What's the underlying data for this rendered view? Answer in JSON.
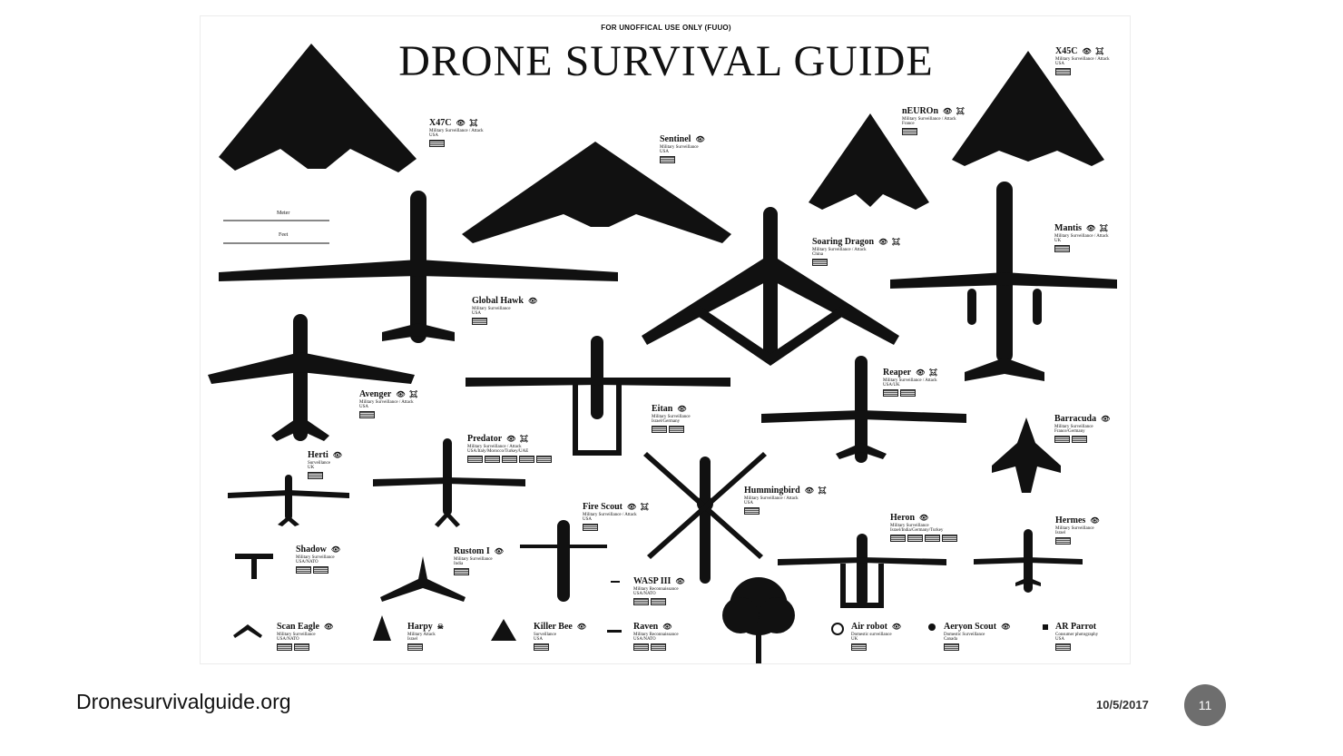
{
  "poster": {
    "top_note": "FOR UNOFFICAL USE ONLY (FUUO)",
    "title": "DRONE SURVIVAL GUIDE",
    "scale": {
      "meter_label": "Meter",
      "feet_label": "Feet"
    },
    "drones": [
      {
        "key": "x47c",
        "name": "X47C",
        "icons": "👁 ☠",
        "role": "Military Surveillance / Attack",
        "country": "USA"
      },
      {
        "key": "sentinel",
        "name": "Sentinel",
        "icons": "👁",
        "role": "Military Surveillance",
        "country": "USA"
      },
      {
        "key": "neuron",
        "name": "nEUROn",
        "icons": "👁 ☠",
        "role": "Military Surveillance / Attack",
        "country": "France"
      },
      {
        "key": "x45c",
        "name": "X45C",
        "icons": "👁 ☠",
        "role": "Military Surveillance / Attack",
        "country": "USA"
      },
      {
        "key": "soaring",
        "name": "Soaring Dragon",
        "icons": "👁 ☠",
        "role": "Military Surveillance / Attack",
        "country": "China"
      },
      {
        "key": "mantis",
        "name": "Mantis",
        "icons": "👁 ☠",
        "role": "Military Surveillance / Attack",
        "country": "UK"
      },
      {
        "key": "globalhawk",
        "name": "Global Hawk",
        "icons": "👁",
        "role": "Military Surveillance",
        "country": "USA"
      },
      {
        "key": "reaper",
        "name": "Reaper",
        "icons": "👁 ☠",
        "role": "Military Surveillance / Attack",
        "country": "USA/UK"
      },
      {
        "key": "avenger",
        "name": "Avenger",
        "icons": "👁 ☠",
        "role": "Military Surveillance / Attack",
        "country": "USA"
      },
      {
        "key": "eitan",
        "name": "Eitan",
        "icons": "👁",
        "role": "Military Surveillance",
        "country": "Israel/Germany"
      },
      {
        "key": "predator",
        "name": "Predator",
        "icons": "👁 ☠",
        "role": "Military Surveillance / Attack",
        "country": "USA/Italy/Morocco/Turkey/UAE"
      },
      {
        "key": "barracuda",
        "name": "Barracuda",
        "icons": "👁",
        "role": "Military Surveillance",
        "country": "France/Germany"
      },
      {
        "key": "herti",
        "name": "Herti",
        "icons": "👁",
        "role": "Surveillance",
        "country": "UK"
      },
      {
        "key": "hummingbird",
        "name": "Hummingbird",
        "icons": "👁 ☠",
        "role": "Military Surveillance / Attack",
        "country": "USA"
      },
      {
        "key": "firescout",
        "name": "Fire Scout",
        "icons": "👁 ☠",
        "role": "Military Surveillance / Attack",
        "country": "USA"
      },
      {
        "key": "heron",
        "name": "Heron",
        "icons": "👁",
        "role": "Military Surveillance",
        "country": "Israel/India/Germany/Turkey"
      },
      {
        "key": "hermes",
        "name": "Hermes",
        "icons": "👁",
        "role": "Military Surveillance",
        "country": "Israel"
      },
      {
        "key": "shadow",
        "name": "Shadow",
        "icons": "👁",
        "role": "Military Surveillance",
        "country": "USA/NATO"
      },
      {
        "key": "rustom",
        "name": "Rustom I",
        "icons": "👁",
        "role": "Military Surveillance",
        "country": "India"
      },
      {
        "key": "wasp",
        "name": "WASP III",
        "icons": "👁",
        "role": "Military Reconnaissance",
        "country": "USA/NATO"
      },
      {
        "key": "scaneagle",
        "name": "Scan Eagle",
        "icons": "👁",
        "role": "Military Surveillance",
        "country": "USA/NATO"
      },
      {
        "key": "harpy",
        "name": "Harpy",
        "icons": "☠",
        "role": "Military Attack",
        "country": "Israel"
      },
      {
        "key": "killerbee",
        "name": "Killer Bee",
        "icons": "👁",
        "role": "Surveillance",
        "country": "USA"
      },
      {
        "key": "raven",
        "name": "Raven",
        "icons": "👁",
        "role": "Military Reconnaissance",
        "country": "USA/NATO"
      },
      {
        "key": "airrobot",
        "name": "Air robot",
        "icons": "👁",
        "role": "Domestic surveillance",
        "country": "UK"
      },
      {
        "key": "aeryon",
        "name": "Aeryon Scout",
        "icons": "👁",
        "role": "Domestic Surveillance",
        "country": "Canada"
      },
      {
        "key": "arparrot",
        "name": "AR Parrot",
        "icons": "",
        "role": "Consumer photography",
        "country": "USA"
      }
    ]
  },
  "footer": {
    "link": "Dronesurvivalguide.org",
    "date": "10/5/2017",
    "page": "11"
  }
}
